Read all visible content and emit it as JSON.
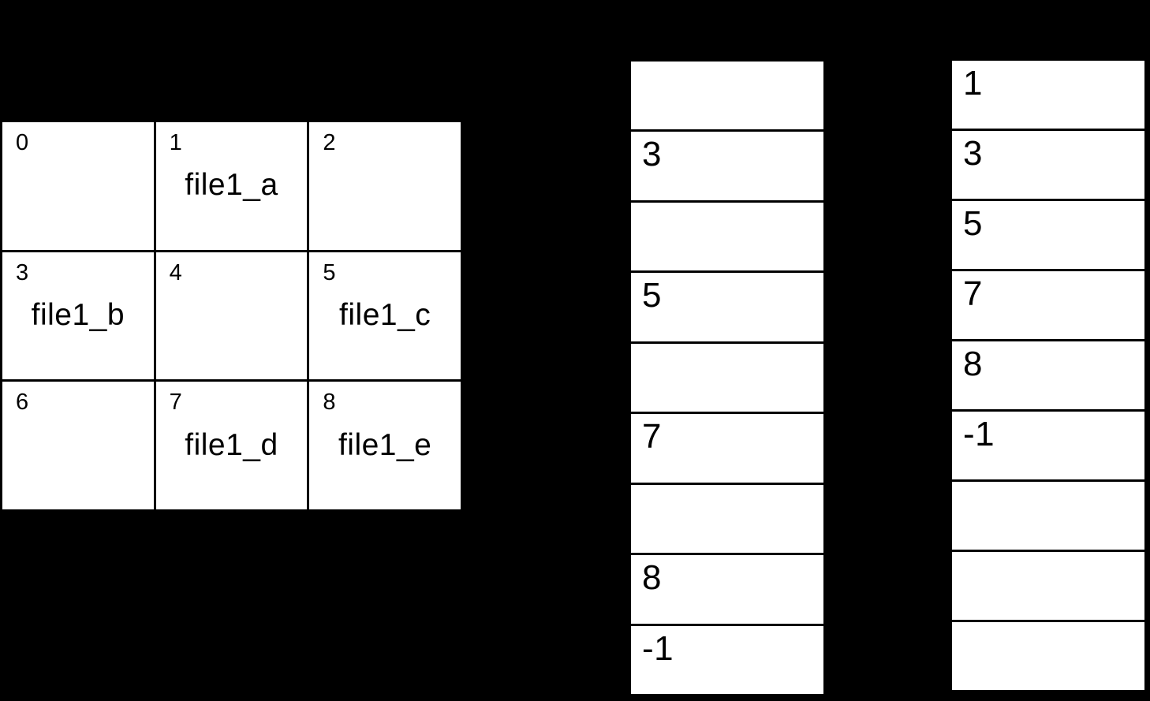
{
  "colors": {
    "background": "#000000",
    "cell_fill": "#ffffff",
    "line": "#000000",
    "text": "#000000"
  },
  "disk_blocks": {
    "cells": [
      {
        "index": "0",
        "label": ""
      },
      {
        "index": "1",
        "label": "file1_a"
      },
      {
        "index": "2",
        "label": ""
      },
      {
        "index": "3",
        "label": "file1_b"
      },
      {
        "index": "4",
        "label": ""
      },
      {
        "index": "5",
        "label": "file1_c"
      },
      {
        "index": "6",
        "label": ""
      },
      {
        "index": "7",
        "label": "file1_d"
      },
      {
        "index": "8",
        "label": "file1_e"
      }
    ]
  },
  "fat_table": {
    "entries": [
      "",
      "3",
      "",
      "5",
      "",
      "7",
      "",
      "8",
      "-1"
    ]
  },
  "block_chain": {
    "entries": [
      "1",
      "3",
      "5",
      "7",
      "8",
      "-1",
      "",
      "",
      ""
    ]
  }
}
